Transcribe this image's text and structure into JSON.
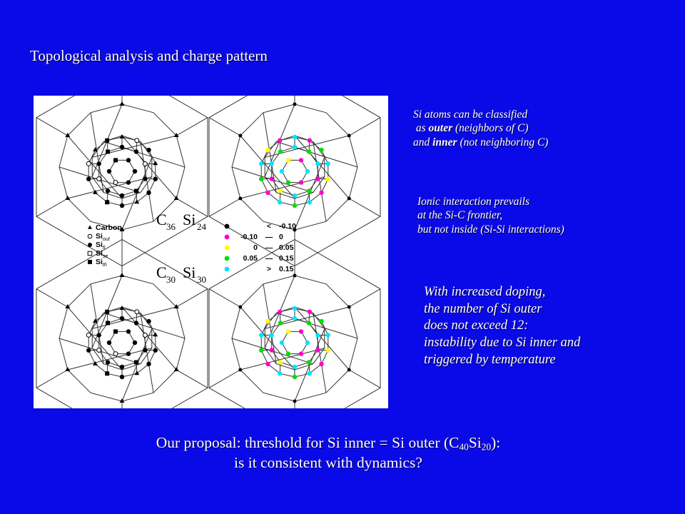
{
  "title": "Topological analysis and charge pattern",
  "colors": {
    "background": "#0a0ae8",
    "text": "#ffffff",
    "charge_lt_minus_0_10": "#000000",
    "charge_minus_0_10_to_0": "#ff00cc",
    "charge_0_to_0_05": "#ffff00",
    "charge_0_05_to_0_15": "#00dd00",
    "charge_gt_0_15": "#00e5ff"
  },
  "figure": {
    "formula_top": {
      "c": "C",
      "c_sub": "36",
      "si": "Si",
      "si_sub": "24"
    },
    "formula_bottom": {
      "c": "C",
      "c_sub": "30",
      "si": "Si",
      "si_sub": "30"
    },
    "atom_legend": [
      {
        "symbol": "triangle",
        "label": "Carbon",
        "sub": ""
      },
      {
        "symbol": "open-circle",
        "label": "Si",
        "sub": "out"
      },
      {
        "symbol": "filled-circle",
        "label": "Si",
        "sub": "fi"
      },
      {
        "symbol": "open-square",
        "label": "Si",
        "sub": "se"
      },
      {
        "symbol": "filled-square",
        "label": "Si",
        "sub": "th"
      }
    ],
    "charge_legend": [
      {
        "color_key": "charge_lt_minus_0_10",
        "lo": "",
        "op": "<",
        "hi": "-0.10"
      },
      {
        "color_key": "charge_minus_0_10_to_0",
        "lo": "-0.10",
        "op": "—",
        "hi": "0"
      },
      {
        "color_key": "charge_0_to_0_05",
        "lo": "0",
        "op": "—",
        "hi": "0.05"
      },
      {
        "color_key": "charge_0_05_to_0_15",
        "lo": "0.05",
        "op": "—",
        "hi": "0.15"
      },
      {
        "color_key": "charge_gt_0_15",
        "lo": "",
        "op": ">",
        "hi": "0.15"
      }
    ]
  },
  "note1": {
    "line1": "Si atoms can be classified",
    "line2_pre": "as ",
    "line2_bold": "outer",
    "line2_post": " (neighbors of C)",
    "line3_pre": "and ",
    "line3_bold": "inner",
    "line3_post": " (not neighboring C)"
  },
  "note2": {
    "lines": [
      "Ionic interaction prevails",
      "at the Si-C frontier,",
      "but not inside (Si-Si interactions)"
    ]
  },
  "note3": {
    "lines": [
      "With increased doping,",
      "the number of Si outer",
      "does not exceed 12:",
      "instability due to Si inner and",
      "triggered by temperature"
    ]
  },
  "proposal": {
    "line1_pre": "Our proposal: threshold for Si inner = Si outer (C",
    "line1_sub1": "40",
    "line1_mid": "Si",
    "line1_sub2": "20",
    "line1_post": "):",
    "line2": "is it consistent with dynamics?"
  }
}
